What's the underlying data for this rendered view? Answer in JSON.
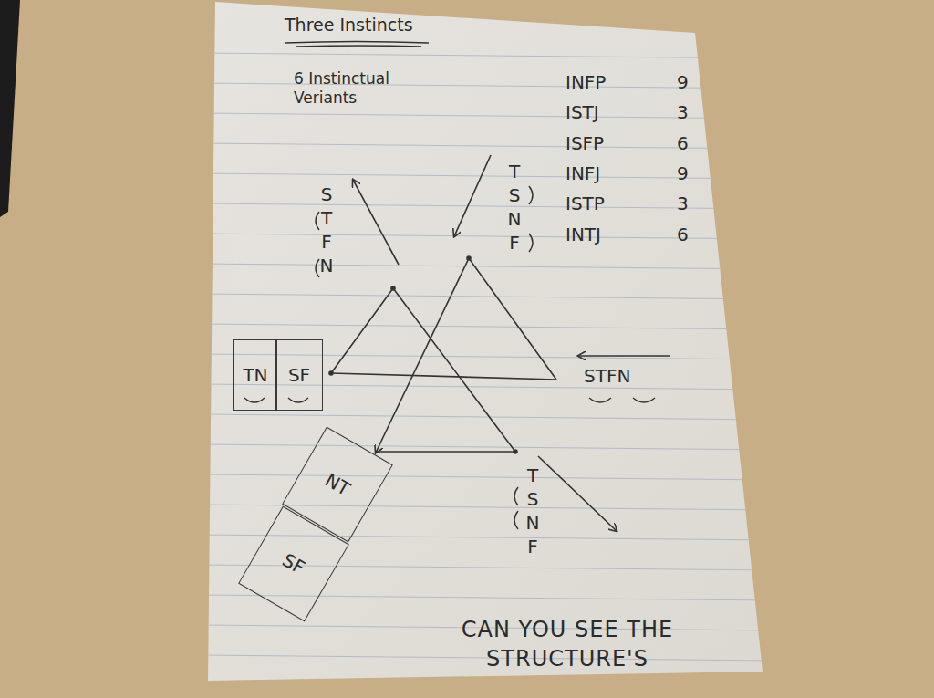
{
  "diagram": {
    "title": "Three Instincts",
    "caption": "CAN YOU SEE THE STRUCTURE'S",
    "nodes": [
      {
        "text": [
          "TN"
        ]
      },
      {
        "text": [
          "SF"
        ]
      },
      {
        "text": [
          "NT"
        ]
      },
      {
        "text": [
          "SF"
        ]
      }
    ],
    "labels": [
      "6 Instinctual Veriants",
      "INFP",
      "9",
      "ISTJ",
      "3",
      "ISFP",
      "6",
      "INFJ",
      "9",
      "ISTP",
      "3",
      "INTJ",
      "6",
      "S T F N",
      "T S N F",
      "STFN",
      "T S N F"
    ]
  }
}
